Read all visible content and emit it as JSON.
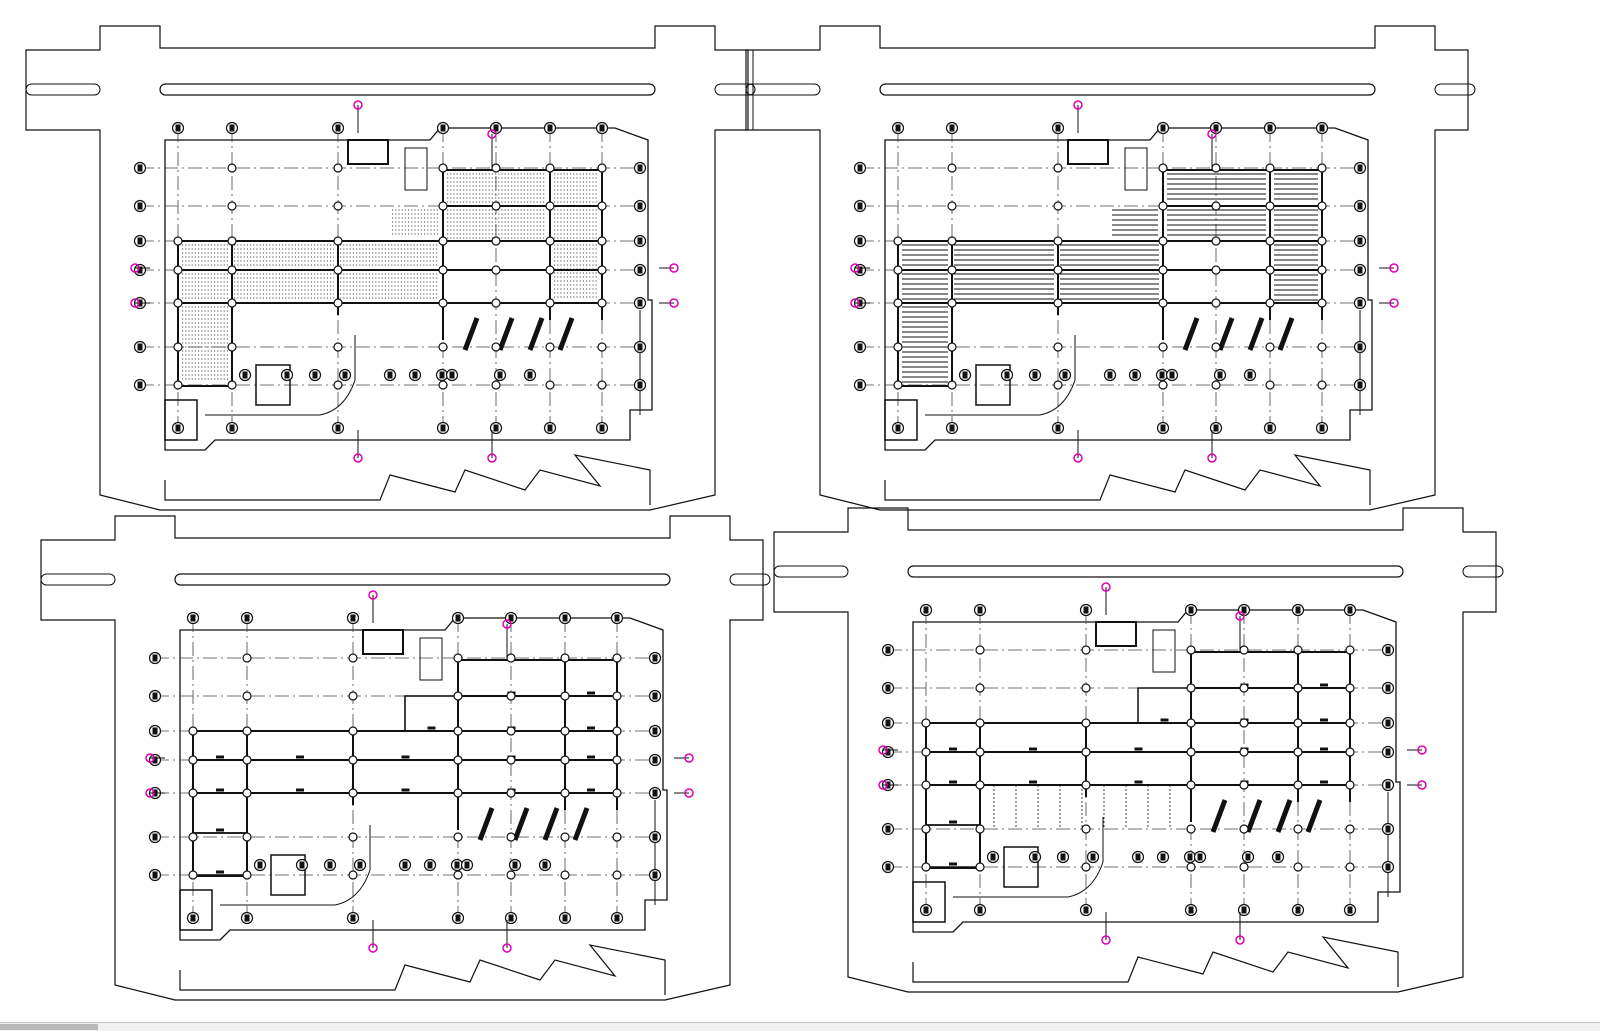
{
  "colors": {
    "line": "#111111",
    "light": "#444444",
    "marker": "#e000b0",
    "background": "#ffffff"
  },
  "sheets": [
    {
      "name": "structural-plan-top-left",
      "fill": "dots"
    },
    {
      "name": "structural-plan-top-right",
      "fill": "hatch"
    },
    {
      "name": "structural-plan-bottom-left",
      "fill": "panels"
    },
    {
      "name": "structural-plan-bottom-right",
      "fill": "open"
    }
  ],
  "icons": {
    "column": "column-icon",
    "grid_bubble": "grid-bubble-icon",
    "section_marker": "section-marker-icon"
  }
}
